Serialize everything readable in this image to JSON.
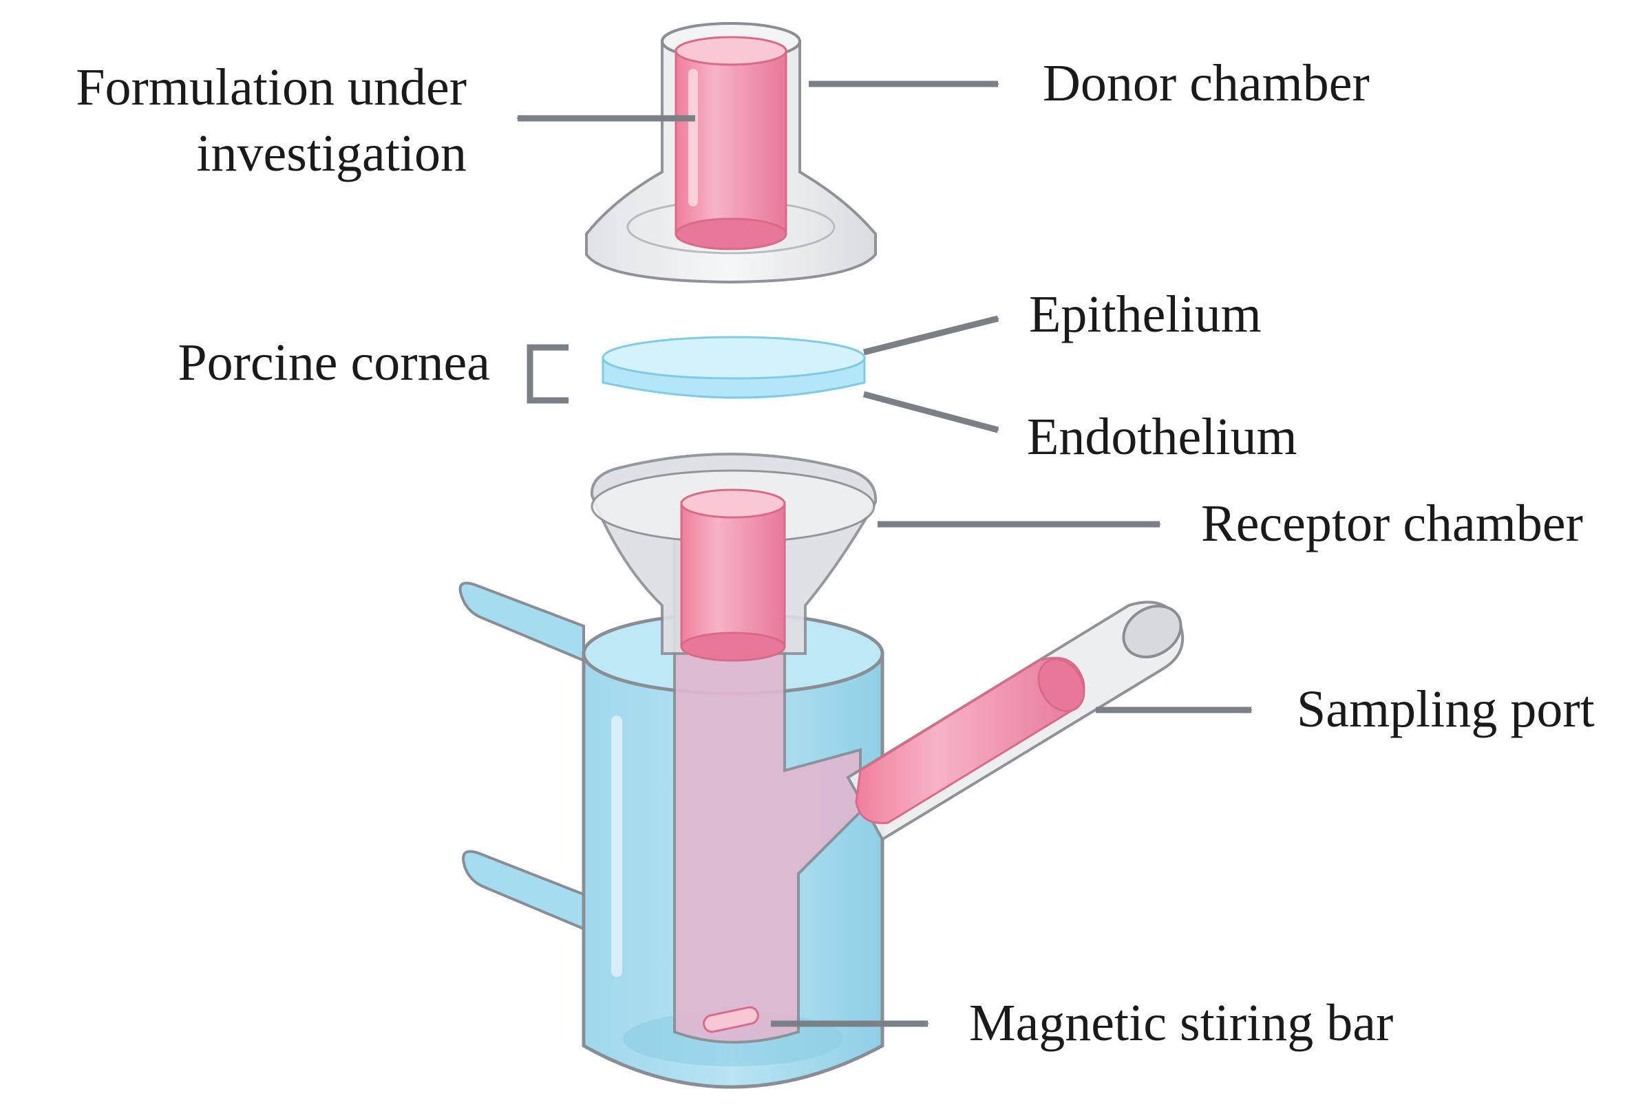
{
  "labels": {
    "formulation_line1": "Formulation under",
    "formulation_line2": "investigation",
    "donor_chamber": "Donor chamber",
    "porcine_cornea": "Porcine cornea",
    "epithelium": "Epithelium",
    "endothelium": "Endothelium",
    "receptor_chamber": "Receptor chamber",
    "sampling_port": "Sampling port",
    "magnetic_stirring_bar": "Magnetic stiring bar"
  },
  "colors": {
    "arrow": "#7b7f86",
    "outline": "#8a8e94",
    "pink": "#ef8fa8",
    "pink_dark": "#d96a88",
    "blue_water": "#a6dcef",
    "cornea": "#c9effb",
    "glass": "#e6e8ea"
  }
}
